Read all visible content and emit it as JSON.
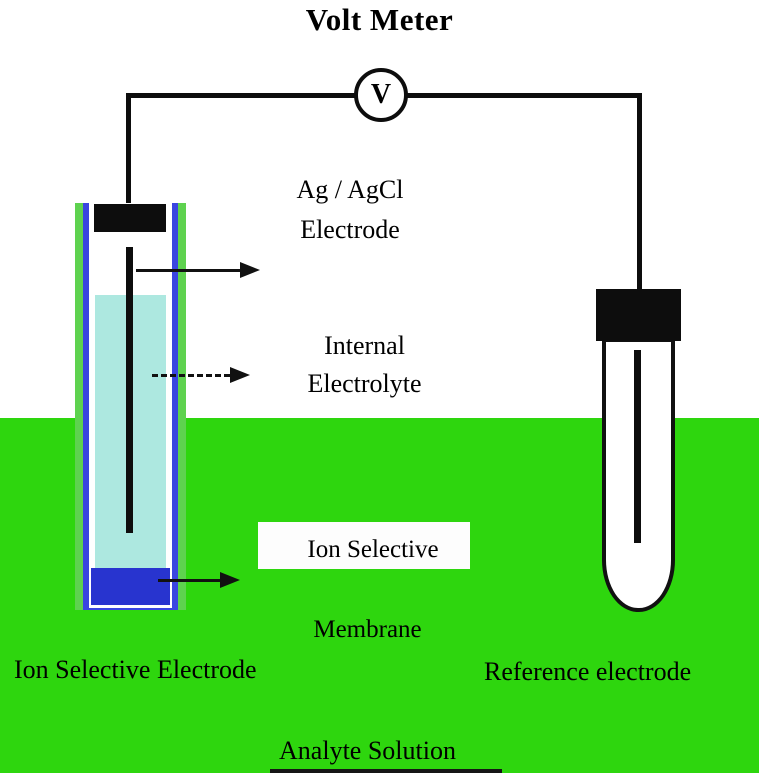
{
  "title": "Volt Meter",
  "voltmeter": {
    "symbol": "V"
  },
  "labels": {
    "ag_agcl": {
      "line1": "Ag / AgCl",
      "line2": "Electrode"
    },
    "internal": {
      "line1": "Internal",
      "line2": "Electrolyte"
    },
    "membrane": {
      "line1": "Ion Selective",
      "line2": "Membrane"
    },
    "ion_selective_electrode": "Ion Selective Electrode",
    "reference_electrode": "Reference electrode",
    "analyte_solution": "Analyte Solution"
  },
  "colors": {
    "analyte_green": "#2ed60e",
    "electrolyte_cyan": "#ade8e0",
    "membrane_blue": "#2834cf",
    "tube_green": "#5ed24f",
    "tube_blue": "#3a45e0",
    "wire_black": "#0d0d0d"
  }
}
